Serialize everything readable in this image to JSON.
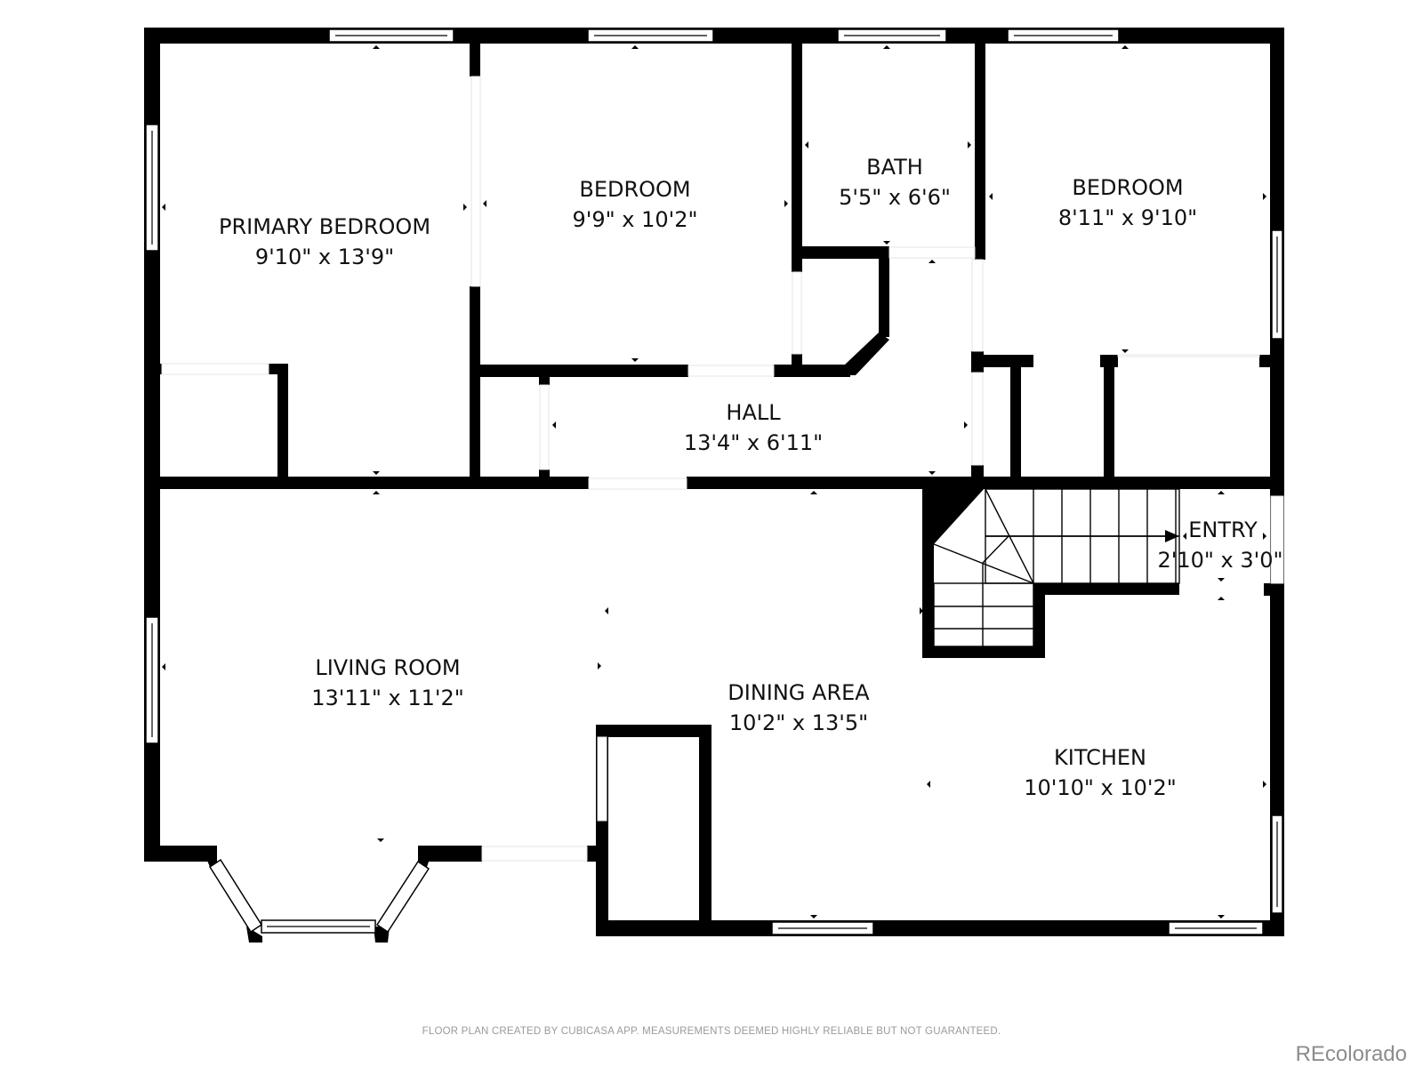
{
  "floor_plan": {
    "rooms": [
      {
        "name": "PRIMARY BEDROOM",
        "dimensions": "9'10\" x 13'9\""
      },
      {
        "name": "BEDROOM",
        "dimensions": "9'9\" x 10'2\""
      },
      {
        "name": "BATH",
        "dimensions": "5'5\" x 6'6\""
      },
      {
        "name": "BEDROOM",
        "dimensions": "8'11\" x 9'10\""
      },
      {
        "name": "HALL",
        "dimensions": "13'4\" x 6'11\""
      },
      {
        "name": "ENTRY",
        "dimensions": "2'10\" x 3'0\""
      },
      {
        "name": "LIVING ROOM",
        "dimensions": "13'11\" x 11'2\""
      },
      {
        "name": "DINING AREA",
        "dimensions": "10'2\" x 13'5\""
      },
      {
        "name": "KITCHEN",
        "dimensions": "10'10\" x 10'2\""
      }
    ],
    "colors": {
      "wall": "#000000",
      "background": "#ffffff",
      "footer_text": "#9a9a9a",
      "brand_text": "#8c8c8c"
    }
  },
  "footer": {
    "disclaimer": "FLOOR PLAN CREATED BY CUBICASA APP. MEASUREMENTS DEEMED HIGHLY RELIABLE BUT NOT GUARANTEED.",
    "brand": "REcolorado"
  }
}
